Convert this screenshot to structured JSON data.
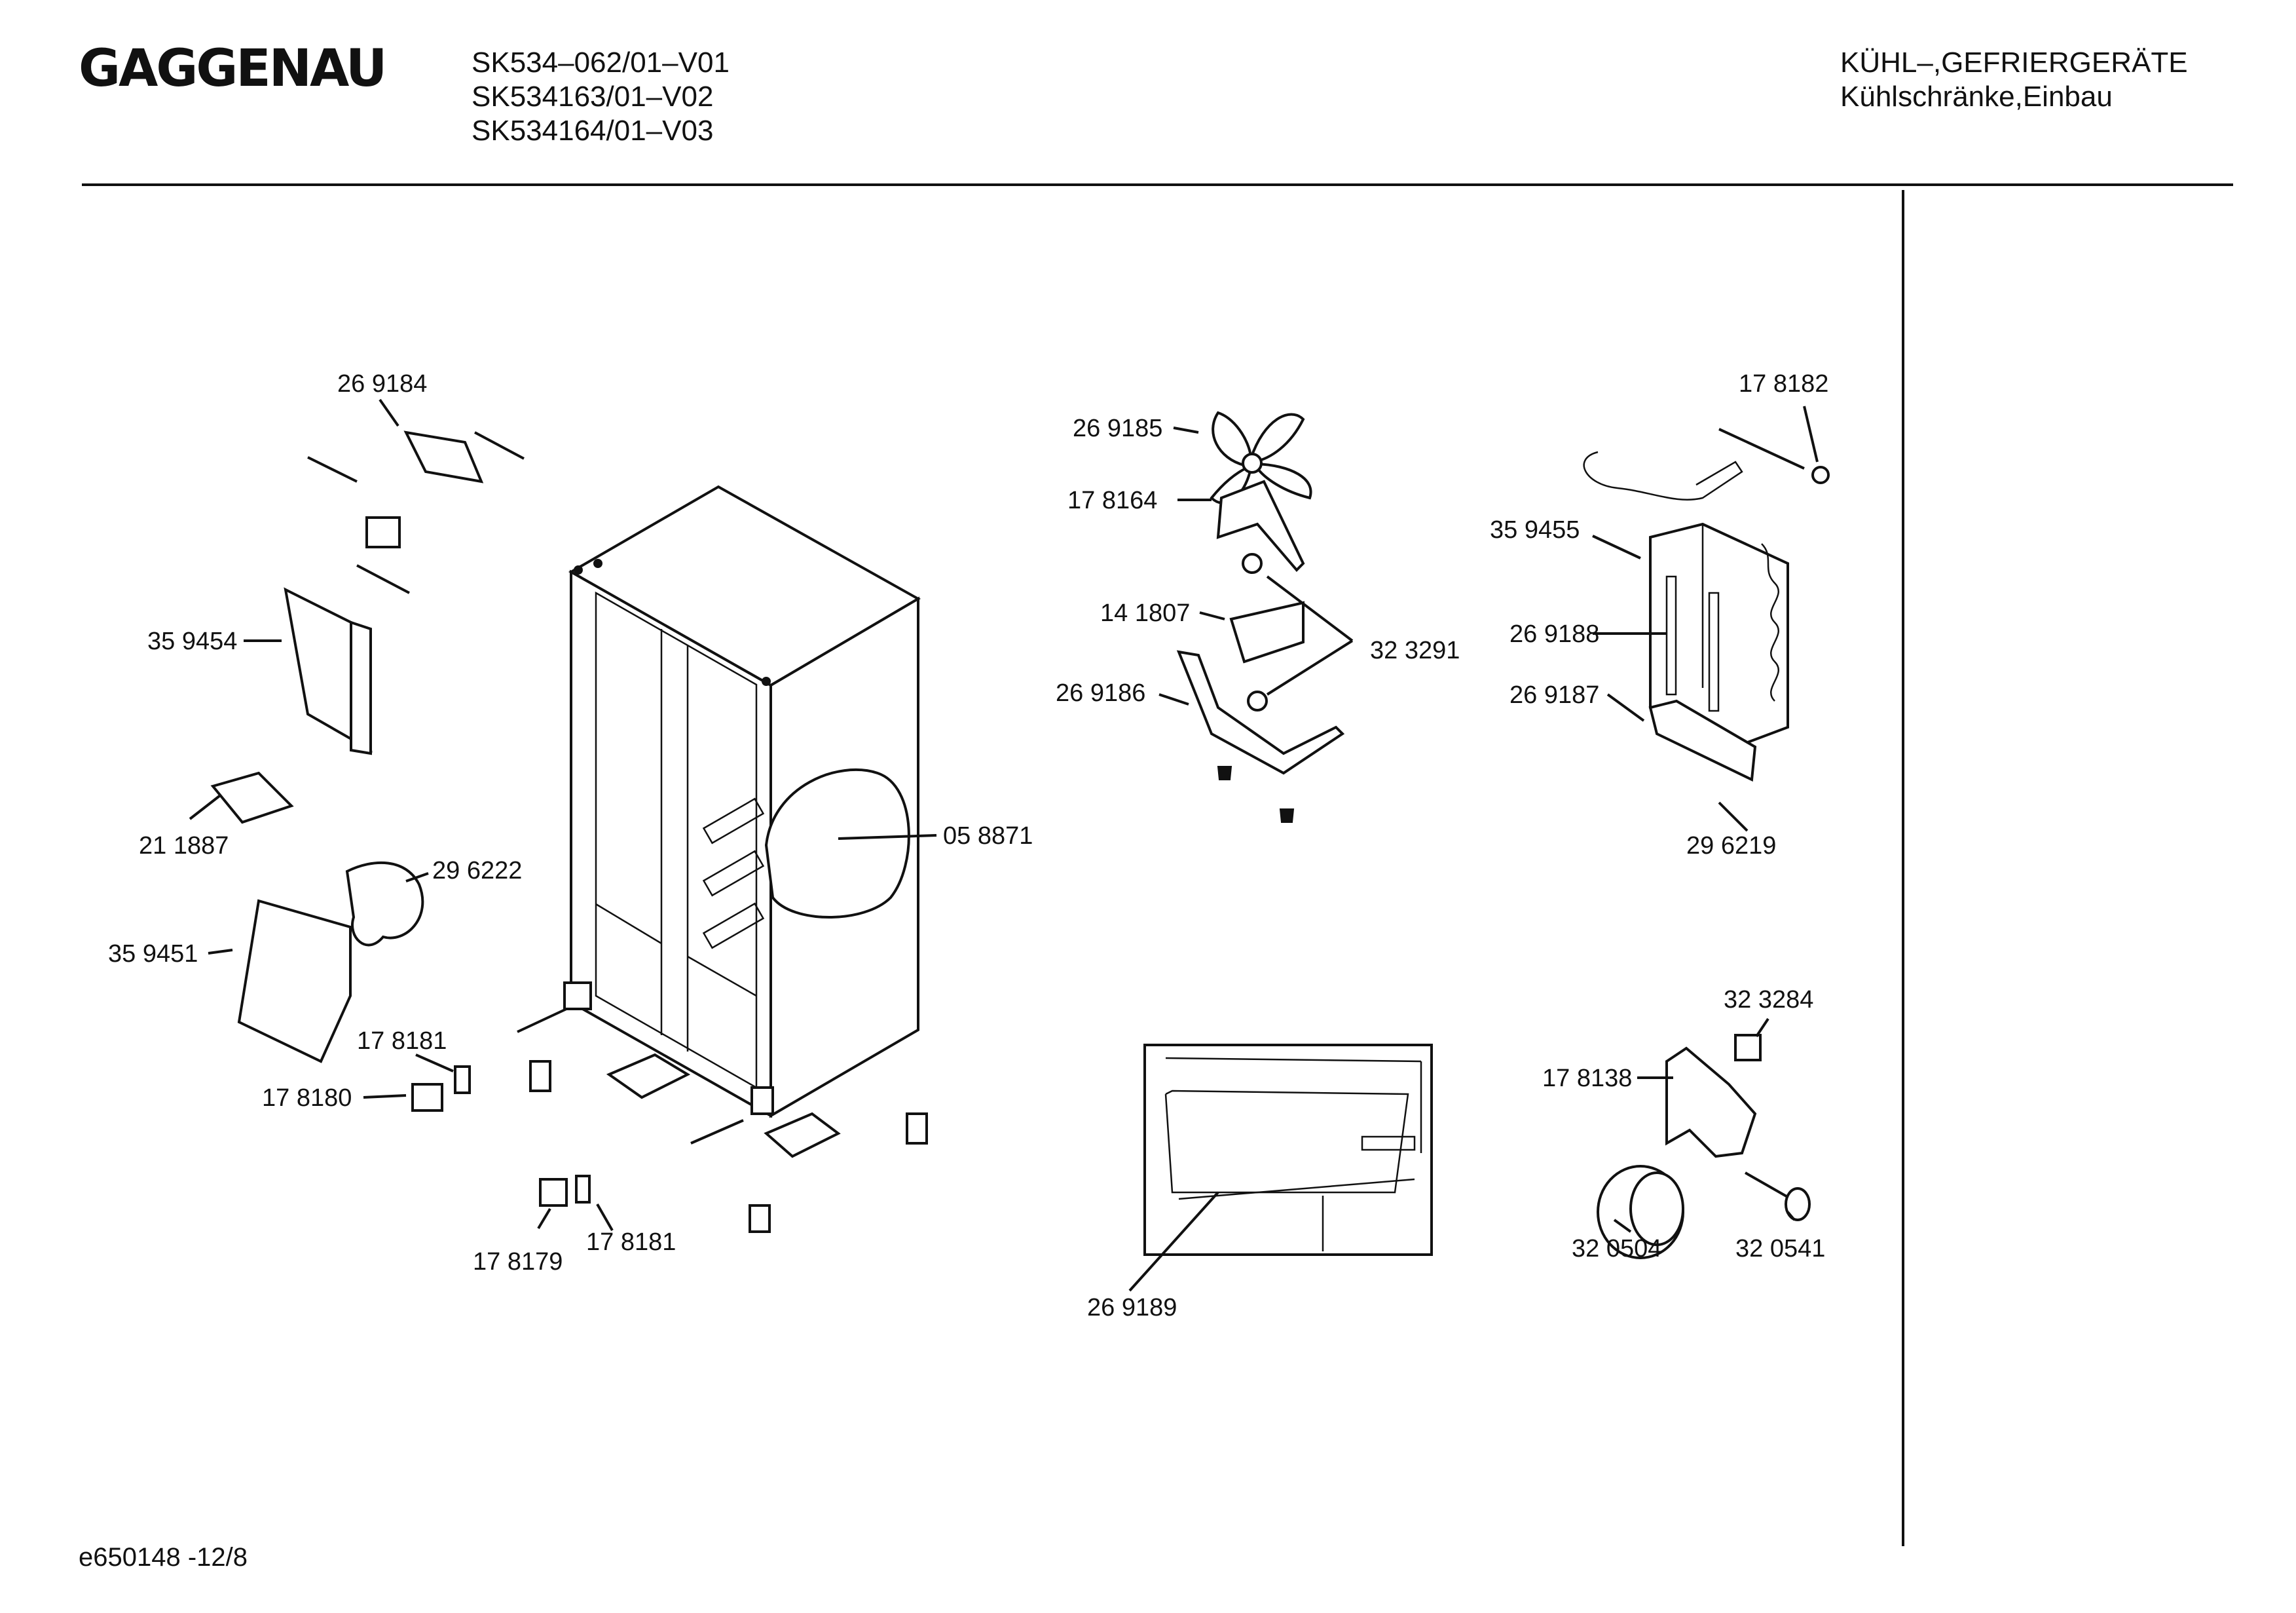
{
  "header": {
    "brand": "GAGGENAU",
    "models": [
      "SK534–062/01–V01",
      "SK534163/01–V02",
      "SK534164/01–V03"
    ],
    "category": "KÜHL–,GEFRIERGERÄTE",
    "subcategory": "Kühlschränke,Einbau"
  },
  "callouts": [
    "26 9184",
    "35 9454",
    "21 1887",
    "29 6222",
    "35 9451",
    "17 8181",
    "17 8180",
    "17 8179",
    "17 8181",
    "05 8871",
    "26 9185",
    "17 8164",
    "14 1807",
    "32 3291",
    "26 9186",
    "17 8182",
    "35 9455",
    "26 9188",
    "26 9187",
    "29 6219",
    "32 3284",
    "17 8138",
    "32 0504",
    "32 0541",
    "26 9189"
  ],
  "footer": {
    "code": "e650148 -12/8"
  }
}
